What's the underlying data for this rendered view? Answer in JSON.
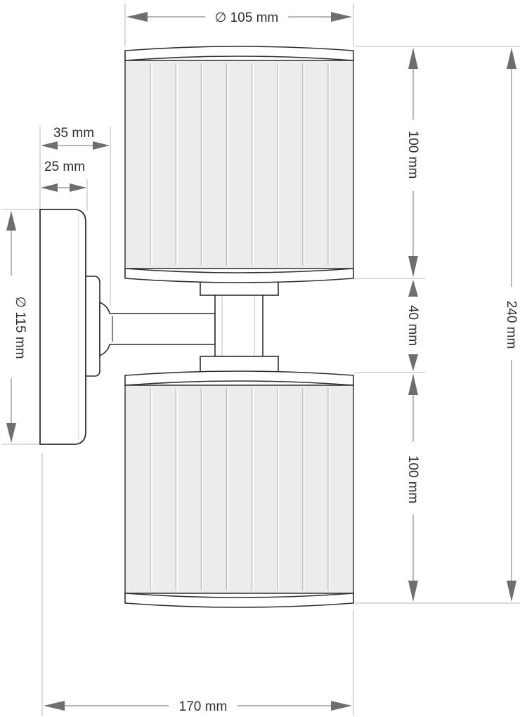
{
  "dimensions": {
    "shade_diameter": "∅ 105 mm",
    "depth_outer": "35 mm",
    "depth_inner": "25 mm",
    "base_diameter": "∅ 115 mm",
    "upper_shade_height": "100 mm",
    "connector_height": "40 mm",
    "lower_shade_height": "100 mm",
    "total_height": "240 mm",
    "total_width": "170 mm"
  },
  "colors": {
    "outline": "#2e2e2e",
    "dimension_line": "#8a8a8a",
    "arrow": "#6e6e6e",
    "shade_fill": "#ececec"
  }
}
